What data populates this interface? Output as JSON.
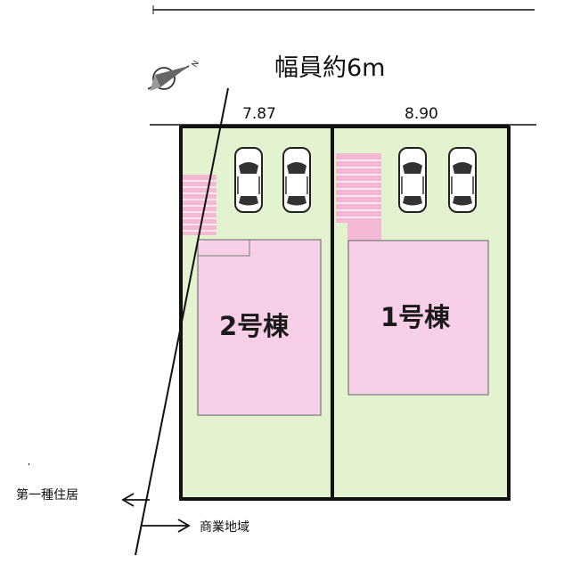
{
  "road": {
    "width_label": "幅員約6m"
  },
  "dimensions": {
    "left_frontage": "7.87",
    "right_frontage": "8.90"
  },
  "buildings": [
    {
      "label": "2号棟"
    },
    {
      "label": "1号棟"
    }
  ],
  "zoning": {
    "left_label": "第一種住居",
    "right_label": "商業地域"
  },
  "compass": {
    "north_mark": "N",
    "icon": "compass-icon"
  },
  "colors": {
    "lot": "#e4f3cf",
    "building": "#f8cfe8",
    "stairs": "#f2b8d4",
    "outline": "#111111"
  }
}
